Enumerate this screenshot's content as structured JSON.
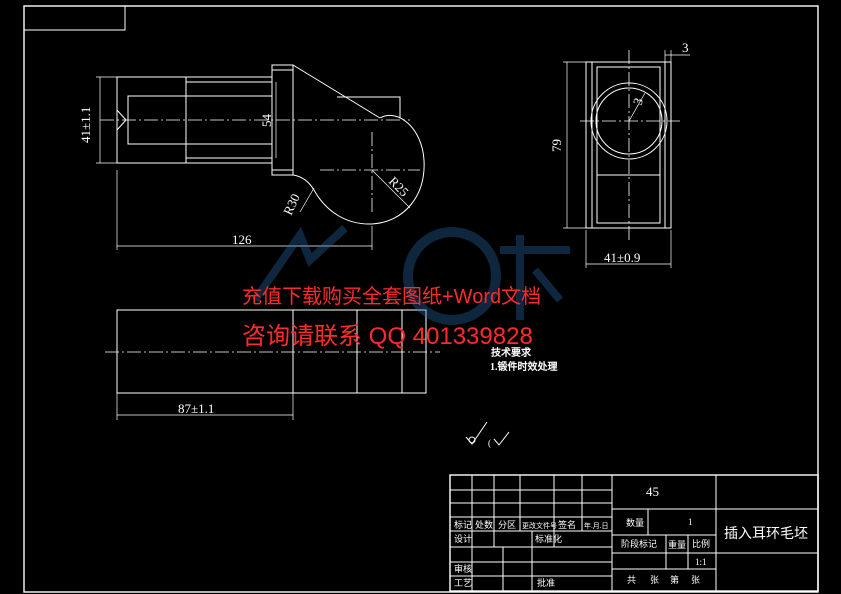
{
  "dimensions": {
    "width_41": "41±1.1",
    "height_54": "54",
    "radius_30": "R30",
    "radius_25": "R25",
    "length_126": "126",
    "wall_3": "3",
    "radius_3": "3",
    "height_79": "79",
    "width_41b": "41±0.9",
    "length_87": "87±1.1"
  },
  "technical_requirements": {
    "title": "技术要求",
    "item_1": "1.锻件时效处理"
  },
  "watermark": {
    "line1": "充值下载购买全套图纸+Word文档",
    "line2": "咨询请联系  QQ 401339828"
  },
  "title_block": {
    "material": "45",
    "part_name": "插入耳环毛坯",
    "quantity_label": "数量",
    "quantity_value": "1",
    "stage_label": "阶段标记",
    "weight_label": "重量",
    "scale_label": "比例",
    "scale_value": "1:1",
    "mark_label": "标记",
    "count_label": "处数",
    "zone_label": "分区",
    "change_doc_label": "更改文件号",
    "sign_label": "签名",
    "date_label": "年.月.日",
    "design_label": "设计",
    "standard_label": "标准化",
    "review_label": "审核",
    "process_label": "工艺",
    "approve_label": "批准",
    "sheets_label": "共",
    "sheet_label": "张",
    "page_label": "第",
    "page_sheet_label": "张"
  }
}
